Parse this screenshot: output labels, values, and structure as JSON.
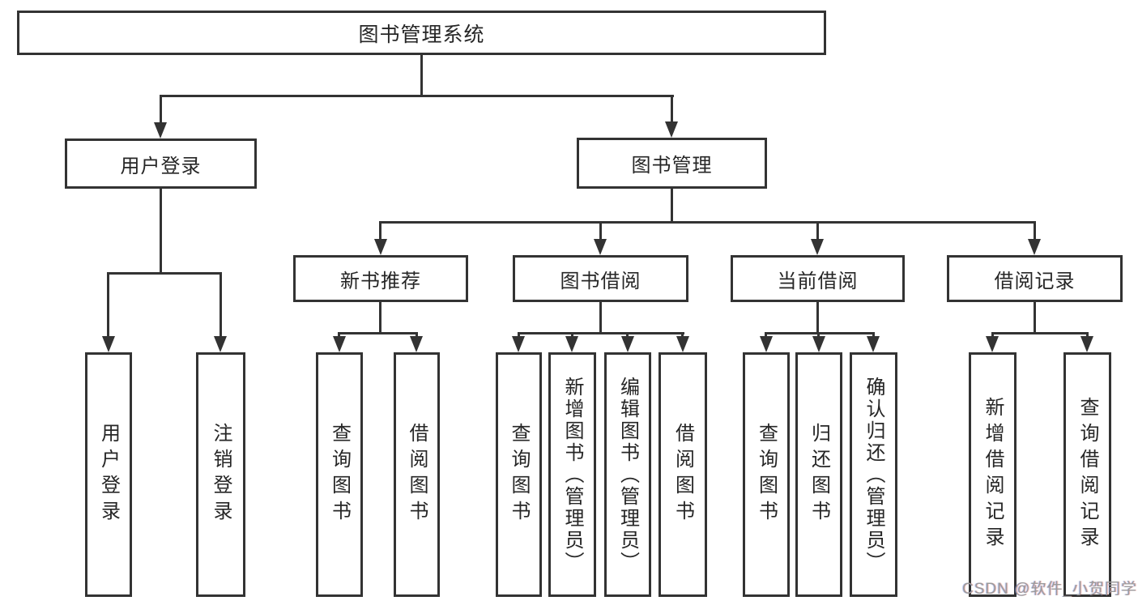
{
  "diagram": {
    "type": "tree",
    "title": "图书管理系统",
    "nodes": {
      "root": "图书管理系统",
      "level2": [
        "用户登录",
        "图书管理"
      ],
      "level3": [
        "新书推荐",
        "图书借阅",
        "当前借阅",
        "借阅记录"
      ],
      "leaves": [
        "用户登录",
        "注销登录",
        "查询图书",
        "借阅图书",
        "查询图书",
        "新增图书（管理员）",
        "编辑图书（管理员）",
        "借阅图书",
        "查询图书",
        "归还图书",
        "确认归还（管理员）",
        "新增借阅记录",
        "查询借阅记录"
      ]
    },
    "hierarchy": {
      "图书管理系统": [
        "用户登录",
        "图书管理"
      ],
      "用户登录": [
        "用户登录",
        "注销登录"
      ],
      "图书管理": [
        "新书推荐",
        "图书借阅",
        "当前借阅",
        "借阅记录"
      ],
      "新书推荐": [
        "查询图书",
        "借阅图书"
      ],
      "图书借阅": [
        "查询图书",
        "新增图书（管理员）",
        "编辑图书（管理员）",
        "借阅图书"
      ],
      "当前借阅": [
        "查询图书",
        "归还图书",
        "确认归还（管理员）"
      ],
      "借阅记录": [
        "新增借阅记录",
        "查询借阅记录"
      ]
    },
    "colors": {
      "line": "#333333",
      "text": "#262626",
      "background": "#ffffff",
      "watermark": "#9b9b9b"
    },
    "watermark": "CSDN @软件_小贺同学"
  }
}
